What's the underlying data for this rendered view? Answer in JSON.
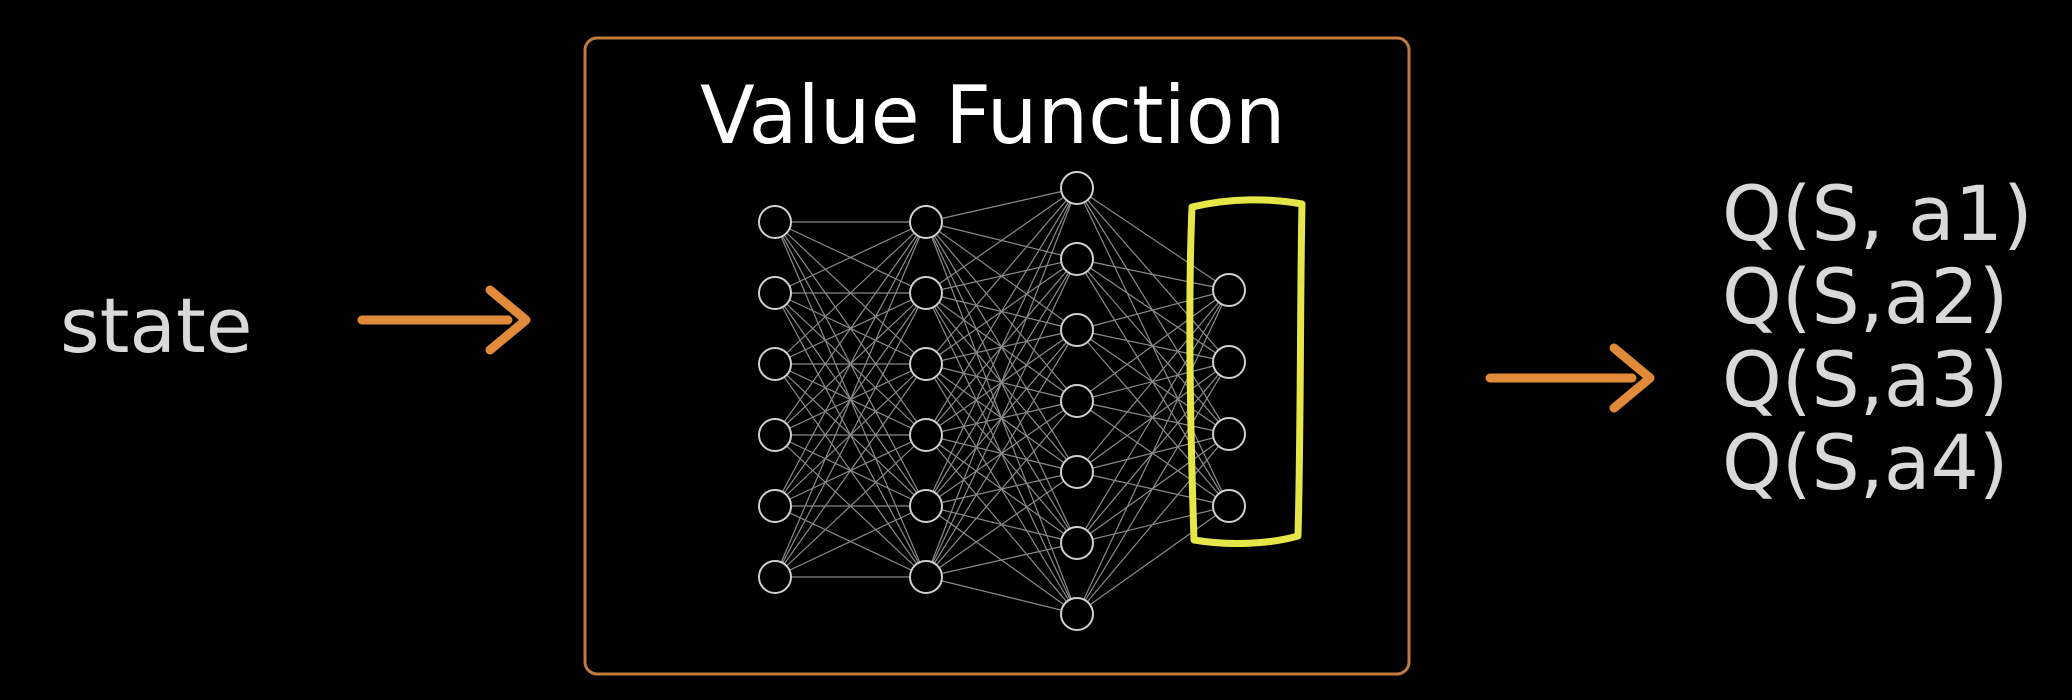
{
  "input_label": "state",
  "box_title": "Value Function",
  "outputs": [
    "Q(S, a1)",
    "Q(S,a2)",
    "Q(S,a3)",
    "Q(S,a4)"
  ],
  "network": {
    "layers": [
      6,
      6,
      7,
      4
    ],
    "highlight_layer": 4
  },
  "colors": {
    "background": "#000000",
    "arrow": "#e08a3a",
    "box_border": "#c07a3c",
    "node": "#d0d0d0",
    "edge": "#8a8a8a",
    "highlight": "#e6e64a",
    "text": "#d9d9d9"
  }
}
